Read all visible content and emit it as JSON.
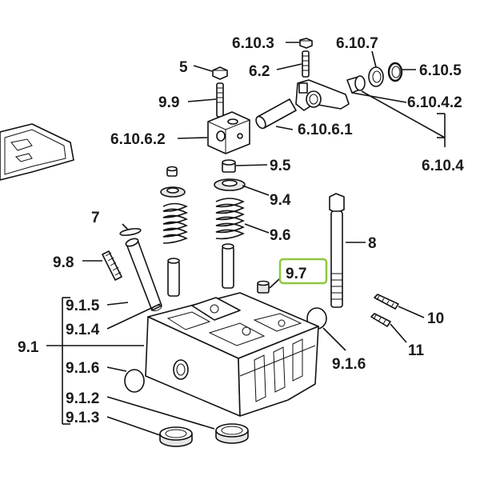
{
  "diagram": {
    "labels": [
      {
        "key": "l6103",
        "text": "6.10.3"
      },
      {
        "key": "l6107",
        "text": "6.10.7"
      },
      {
        "key": "l5",
        "text": "5"
      },
      {
        "key": "l62",
        "text": "6.2"
      },
      {
        "key": "l6105",
        "text": "6.10.5"
      },
      {
        "key": "l99",
        "text": "9.9"
      },
      {
        "key": "l61042",
        "text": "6.10.4.2"
      },
      {
        "key": "l61061",
        "text": "6.10.6.1"
      },
      {
        "key": "l61062",
        "text": "6.10.6.2"
      },
      {
        "key": "l6104",
        "text": "6.10.4"
      },
      {
        "key": "l95",
        "text": "9.5"
      },
      {
        "key": "l94",
        "text": "9.4"
      },
      {
        "key": "l7",
        "text": "7"
      },
      {
        "key": "l96",
        "text": "9.6"
      },
      {
        "key": "l8",
        "text": "8"
      },
      {
        "key": "l98",
        "text": "9.8"
      },
      {
        "key": "l97",
        "text": "9.7"
      },
      {
        "key": "l915",
        "text": "9.1.5"
      },
      {
        "key": "l10",
        "text": "10"
      },
      {
        "key": "l914",
        "text": "9.1.4"
      },
      {
        "key": "l11",
        "text": "11"
      },
      {
        "key": "l91",
        "text": "9.1"
      },
      {
        "key": "l916a",
        "text": "9.1.6"
      },
      {
        "key": "l916b",
        "text": "9.1.6"
      },
      {
        "key": "l912",
        "text": "9.1.2"
      },
      {
        "key": "l913",
        "text": "9.1.3"
      }
    ],
    "highlight_color": "#8cc83c"
  }
}
